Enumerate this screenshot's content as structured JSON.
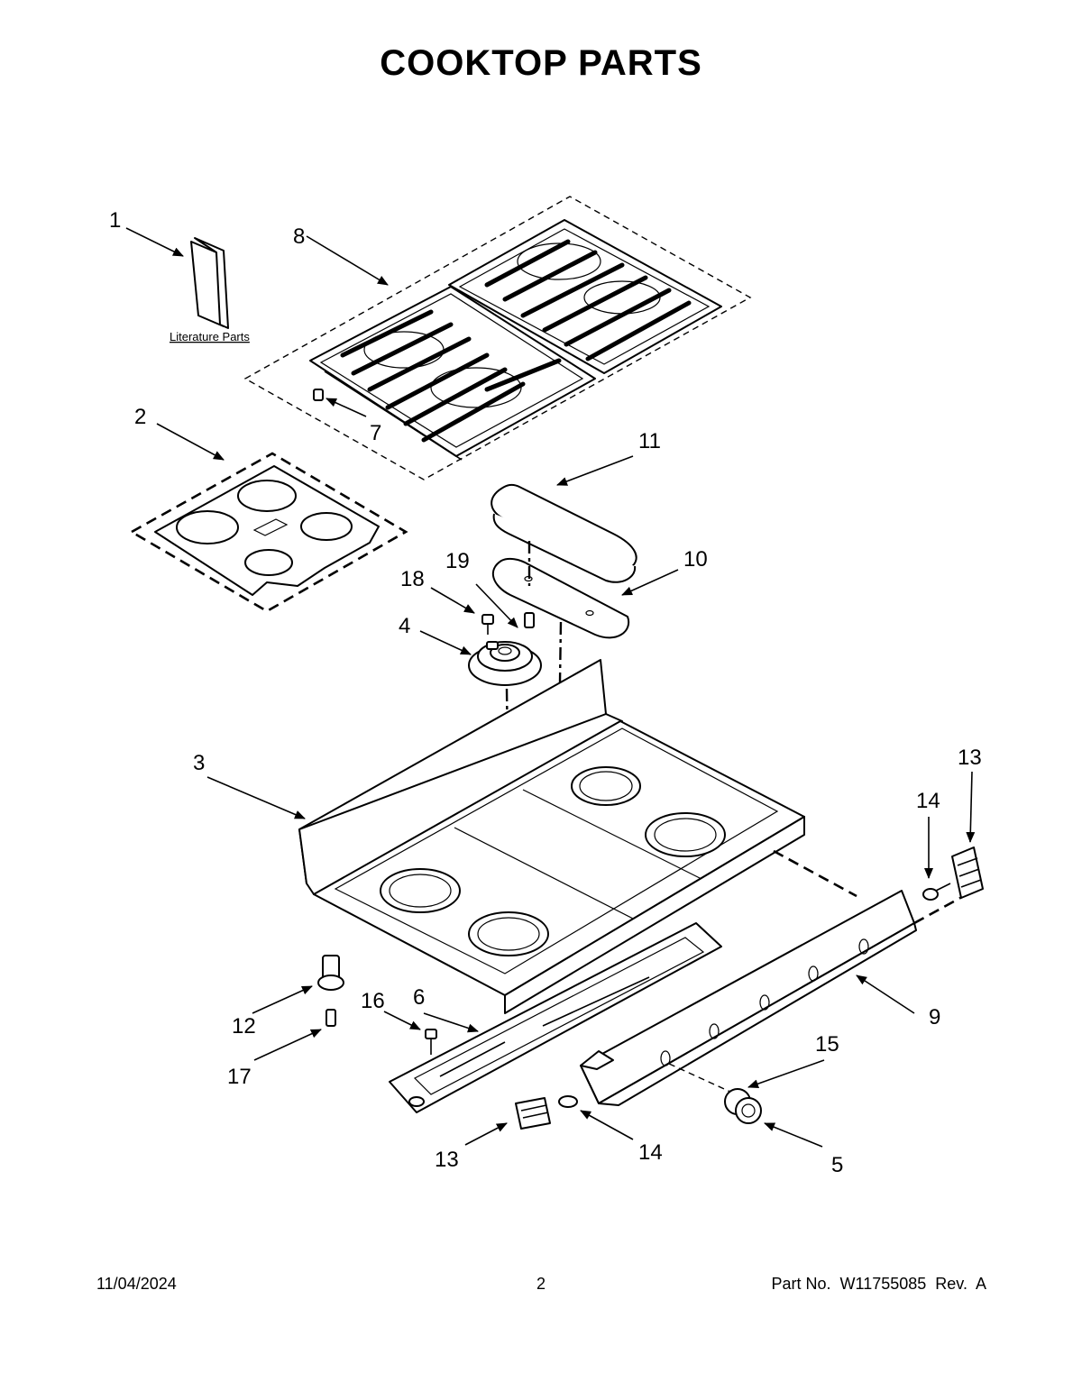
{
  "page": {
    "title": "COOKTOP PARTS",
    "footer": {
      "date": "11/04/2024",
      "page_number": "2",
      "part_number": "Part No.  W11755085  Rev.  A"
    }
  },
  "diagram": {
    "literature_label": "Literature Parts",
    "callouts": [
      {
        "id": "c1",
        "label": "1"
      },
      {
        "id": "c8",
        "label": "8"
      },
      {
        "id": "c7",
        "label": "7"
      },
      {
        "id": "c2",
        "label": "2"
      },
      {
        "id": "c11",
        "label": "11"
      },
      {
        "id": "c19",
        "label": "19"
      },
      {
        "id": "c18",
        "label": "18"
      },
      {
        "id": "c10",
        "label": "10"
      },
      {
        "id": "c4",
        "label": "4"
      },
      {
        "id": "c3",
        "label": "3"
      },
      {
        "id": "c13a",
        "label": "13"
      },
      {
        "id": "c14a",
        "label": "14"
      },
      {
        "id": "c12",
        "label": "12"
      },
      {
        "id": "c16",
        "label": "16"
      },
      {
        "id": "c6",
        "label": "6"
      },
      {
        "id": "c9",
        "label": "9"
      },
      {
        "id": "c17",
        "label": "17"
      },
      {
        "id": "c15",
        "label": "15"
      },
      {
        "id": "c13b",
        "label": "13"
      },
      {
        "id": "c14b",
        "label": "14"
      },
      {
        "id": "c5",
        "label": "5"
      }
    ]
  }
}
